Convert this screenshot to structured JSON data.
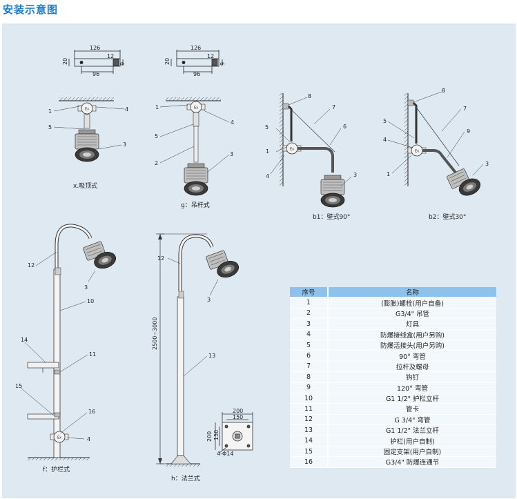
{
  "page_title": "安装示意图",
  "diagram": {
    "dim_126": "126",
    "dim_12": "12",
    "dim_20": "20",
    "dim_9": "9",
    "dim_96": "96",
    "dim_height": "2500~3000",
    "dim_200": "200",
    "dim_150": "150",
    "dim_holes": "4-Φ14",
    "callouts": [
      "1",
      "2",
      "3",
      "4",
      "5",
      "6",
      "7",
      "8",
      "9",
      "10",
      "11",
      "12",
      "13",
      "14",
      "15",
      "16"
    ],
    "captions": {
      "x": "x.吸顶式",
      "g": "g：吊杆式",
      "b1": "b1：壁式90°",
      "b2": "b2：壁式30°",
      "f": "f：护栏式",
      "h": "h：法兰式"
    }
  },
  "parts_table": {
    "header": {
      "no": "序号",
      "name": "名称"
    },
    "rows": [
      {
        "no": "1",
        "name": "(膨胀)螺栓(用户自备)"
      },
      {
        "no": "2",
        "name": "G3/4\" 吊管"
      },
      {
        "no": "3",
        "name": "灯具"
      },
      {
        "no": "4",
        "name": "防爆接线盒(用户另购)"
      },
      {
        "no": "5",
        "name": "防爆活接头(用户另购)"
      },
      {
        "no": "6",
        "name": "90° 弯管"
      },
      {
        "no": "7",
        "name": "拉杆及螺母"
      },
      {
        "no": "8",
        "name": "钩钉"
      },
      {
        "no": "9",
        "name": "120° 弯管"
      },
      {
        "no": "10",
        "name": "G1 1/2\" 护栏立杆"
      },
      {
        "no": "11",
        "name": "管卡"
      },
      {
        "no": "12",
        "name": "G 3/4\" 弯管"
      },
      {
        "no": "13",
        "name": "G1 1/2\" 法兰立杆"
      },
      {
        "no": "14",
        "name": "护栏(用户自制)"
      },
      {
        "no": "15",
        "name": "固定支架(用户自制)"
      },
      {
        "no": "16",
        "name": "G3/4\" 防爆连通节"
      }
    ]
  },
  "colors": {
    "title": "#1a7fd0",
    "panel": "#dfe9f2",
    "table_header": "#8fc2ea",
    "table_row": "#f3f8fc"
  }
}
